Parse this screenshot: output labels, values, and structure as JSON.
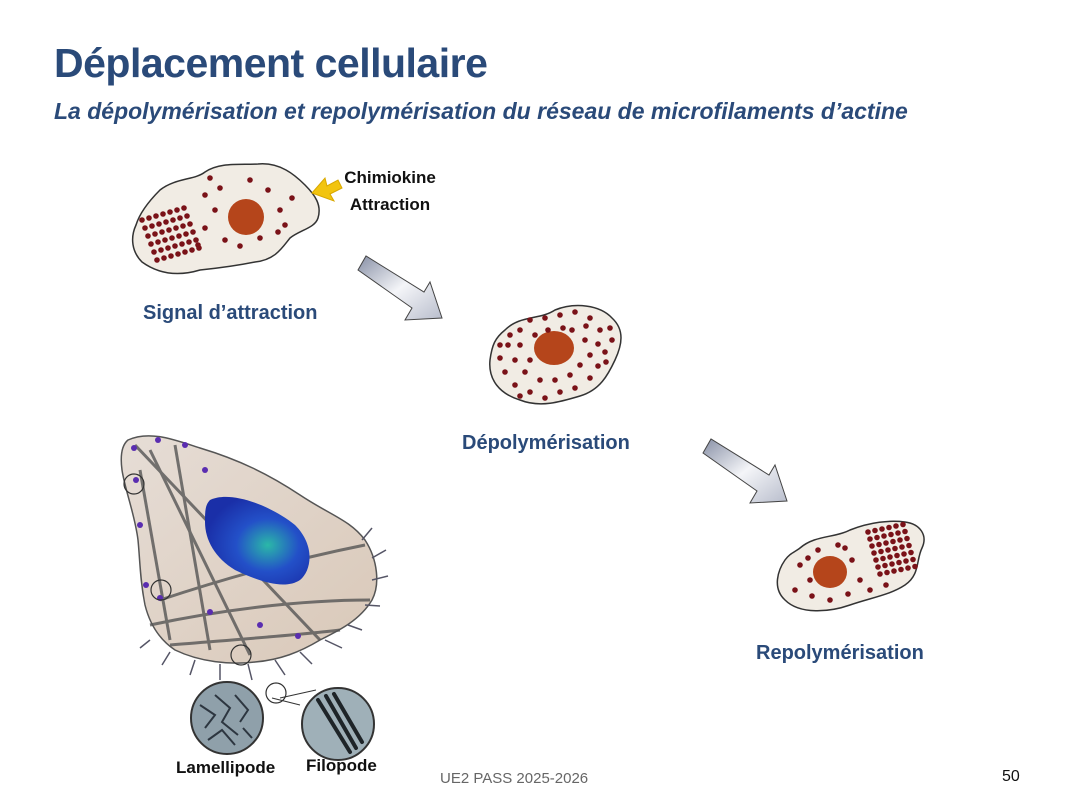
{
  "slide": {
    "title": "Déplacement cellulaire",
    "subtitle": "La dépolymérisation et repolymérisation du réseau de microfilaments d’actine",
    "chemokine": {
      "line1": "Chimiokine",
      "line2": "Attraction"
    },
    "steps": [
      {
        "label": "Signal d’attraction"
      },
      {
        "label": "Dépolymérisation"
      },
      {
        "label": "Repolymérisation"
      }
    ],
    "insets": {
      "lamellipode": "Lamellipode",
      "filopode": "Filopode"
    },
    "footer": "UE2 PASS 2025-2026",
    "page_number": "50"
  },
  "colors": {
    "title": "#2a4a79",
    "nucleus": "#b5451b",
    "actin_dots": "#7a1218",
    "arrow_fill": "#d8dce6",
    "chemokine_arrow": "#f2c40f",
    "cell_body": "#efe8dc",
    "nucleus_blue": "#1f3fb8"
  }
}
